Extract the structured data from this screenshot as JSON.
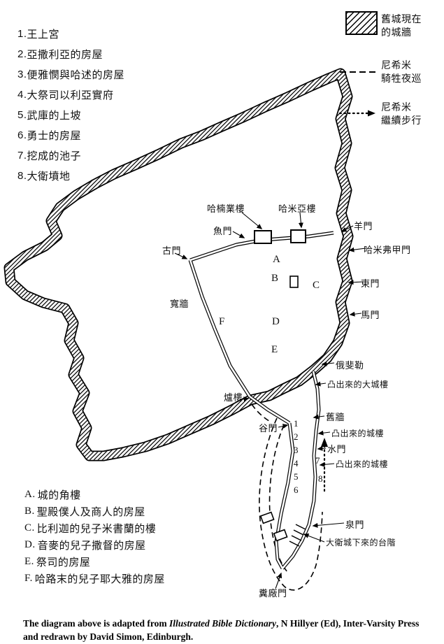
{
  "legend_top": {
    "wall_line1": "舊城現在",
    "wall_line2": "的城牆",
    "night_ride_line1": "尼希米",
    "night_ride_line2": "騎牲夜巡",
    "walk_line1": "尼希米",
    "walk_line2": "繼續步行"
  },
  "numbered_list": [
    {
      "num": "1.",
      "label": "王上宮"
    },
    {
      "num": "2.",
      "label": "亞撒利亞的房屋"
    },
    {
      "num": "3.",
      "label": "便雅憫與哈述的房屋"
    },
    {
      "num": "4.",
      "label": "大祭司以利亞實府"
    },
    {
      "num": "5.",
      "label": "武庫的上坡"
    },
    {
      "num": "6.",
      "label": "勇士的房屋"
    },
    {
      "num": "7.",
      "label": "挖成的池子"
    },
    {
      "num": "8.",
      "label": "大衛墳地"
    }
  ],
  "lettered_list": [
    {
      "letter": "A.",
      "label": "城的角樓"
    },
    {
      "letter": "B.",
      "label": "聖殿僕人及商人的房屋"
    },
    {
      "letter": "C.",
      "label": "比利迦的兒子米書蘭的樓"
    },
    {
      "letter": "D.",
      "label": "音麥的兒子撒督的房屋"
    },
    {
      "letter": "E.",
      "label": "祭司的房屋"
    },
    {
      "letter": "F.",
      "label": "哈路末的兒子耶大雅的房屋"
    }
  ],
  "map_labels": {
    "hananel_tower": "哈楠業樓",
    "hammeah_tower": "哈米亞樓",
    "fish_gate": "魚門",
    "sheep_gate": "羊門",
    "hammiphkad_gate": "哈米弗甲門",
    "old_gate": "古門",
    "east_gate": "東門",
    "horse_gate": "馬門",
    "broad_wall": "寬牆",
    "ophel": "俄斐勒",
    "great_projecting_tower": "凸出來的大城樓",
    "furnace_tower": "爐樓",
    "old_wall": "舊牆",
    "projecting_tower_1": "凸出來的城樓",
    "valley_gate": "谷門",
    "water_gate": "水門",
    "projecting_tower_2": "凸出來的城樓",
    "fountain_gate": "泉門",
    "stairs_city_of_david": "大衛城下來的台階",
    "dung_gate": "糞廠門"
  },
  "map_letters": [
    "A",
    "B",
    "C",
    "D",
    "E",
    "F"
  ],
  "map_numbers": [
    "1",
    "2",
    "3",
    "4",
    "5",
    "6",
    "7",
    "8"
  ],
  "caption": {
    "prefix": "The diagram above is adapted from ",
    "italic": "Illustrated Bible Dictionary",
    "suffix": ", N Hillyer (Ed), Inter-Varsity Press and redrawn by David Simon, Edinburgh."
  }
}
